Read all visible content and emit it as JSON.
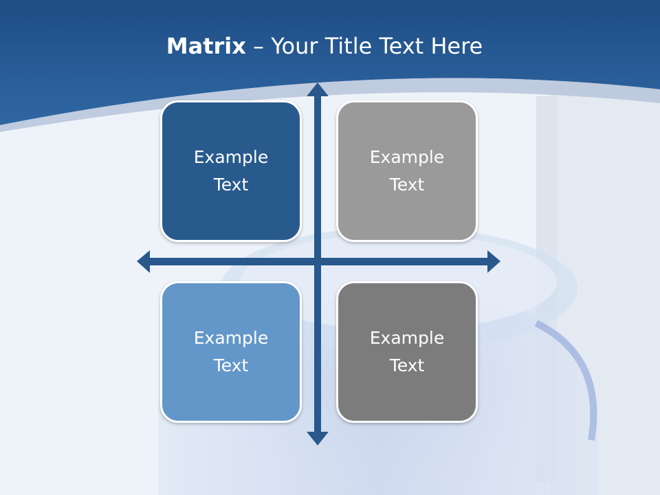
{
  "slide": {
    "title_bold": "Matrix",
    "title_rest": " – Your Title Text Here"
  },
  "matrix": {
    "cells": [
      {
        "label": "Example Text",
        "color": "#285a8d"
      },
      {
        "label": "Example Text",
        "color": "#9a9a9a"
      },
      {
        "label": "Example Text",
        "color": "#6497c9"
      },
      {
        "label": "Example Text",
        "color": "#7c7c7c"
      }
    ],
    "axis_color": "#28588c"
  },
  "theme": {
    "header_blue": "#2a5d97",
    "background": "#eef3f9"
  }
}
